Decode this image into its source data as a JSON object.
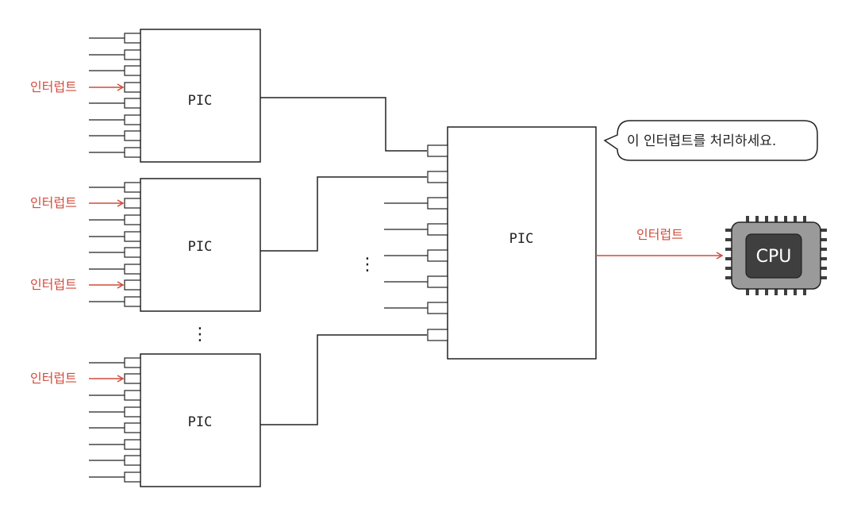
{
  "pics": {
    "top": {
      "label": "PIC"
    },
    "middle": {
      "label": "PIC"
    },
    "bottom": {
      "label": "PIC"
    },
    "master": {
      "label": "PIC"
    }
  },
  "interrupt_labels": {
    "top": "인터럽트",
    "middle_1": "인터럽트",
    "middle_2": "인터럽트",
    "bottom": "인터럽트",
    "to_cpu": "인터럽트"
  },
  "ellipsis": {
    "between_slaves": "⋮",
    "master_inputs": "⋮"
  },
  "speech_bubble": {
    "text": "이 인터럽트를 처리하세요."
  },
  "cpu": {
    "label": "CPU"
  },
  "colors": {
    "interrupt": "#d14b3c",
    "line": "#222222",
    "cpu_body": "#9a9a9a",
    "cpu_core": "#3f3f3f"
  }
}
